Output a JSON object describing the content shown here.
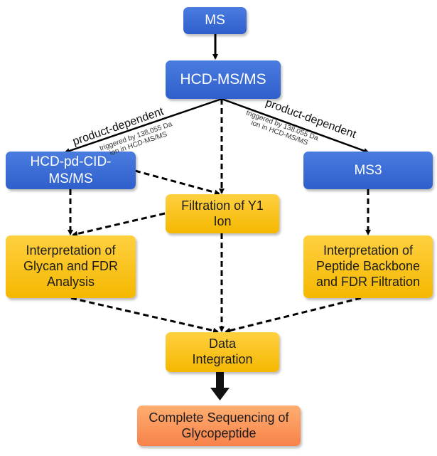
{
  "nodes": {
    "ms": "MS",
    "hcd_msms": "HCD-MS/MS",
    "hcd_pd_cid_line1": "HCD-pd-CID-",
    "hcd_pd_cid_line2": "MS/MS",
    "ms3": "MS3",
    "filtration_line1": "Filtration of Y1",
    "filtration_line2": "Ion",
    "interp_glycan_line1": "Interpretation of",
    "interp_glycan_line2": "Glycan and FDR",
    "interp_glycan_line3": "Analysis",
    "interp_peptide_line1": "Interpretation of",
    "interp_peptide_line2": "Peptide Backbone",
    "interp_peptide_line3": "and FDR Filtration",
    "data_integration_line1": "Data",
    "data_integration_line2": "Integration",
    "complete_line1": "Complete Sequencing of",
    "complete_line2": "Glycopeptide"
  },
  "edge_labels": {
    "left_product": "product-dependent",
    "left_trigger_line1": "triggered by 138.055 Da",
    "left_trigger_line2": "ion in HCD-MS/MS",
    "right_product": "product-dependent",
    "right_trigger_line1": "triggered by 138.055 Da",
    "right_trigger_line2": "ion in HCD-MS/MS"
  },
  "colors": {
    "process_blue": "#3b6ad6",
    "analysis_yellow": "#fbc21a",
    "result_orange": "#f9945c"
  }
}
